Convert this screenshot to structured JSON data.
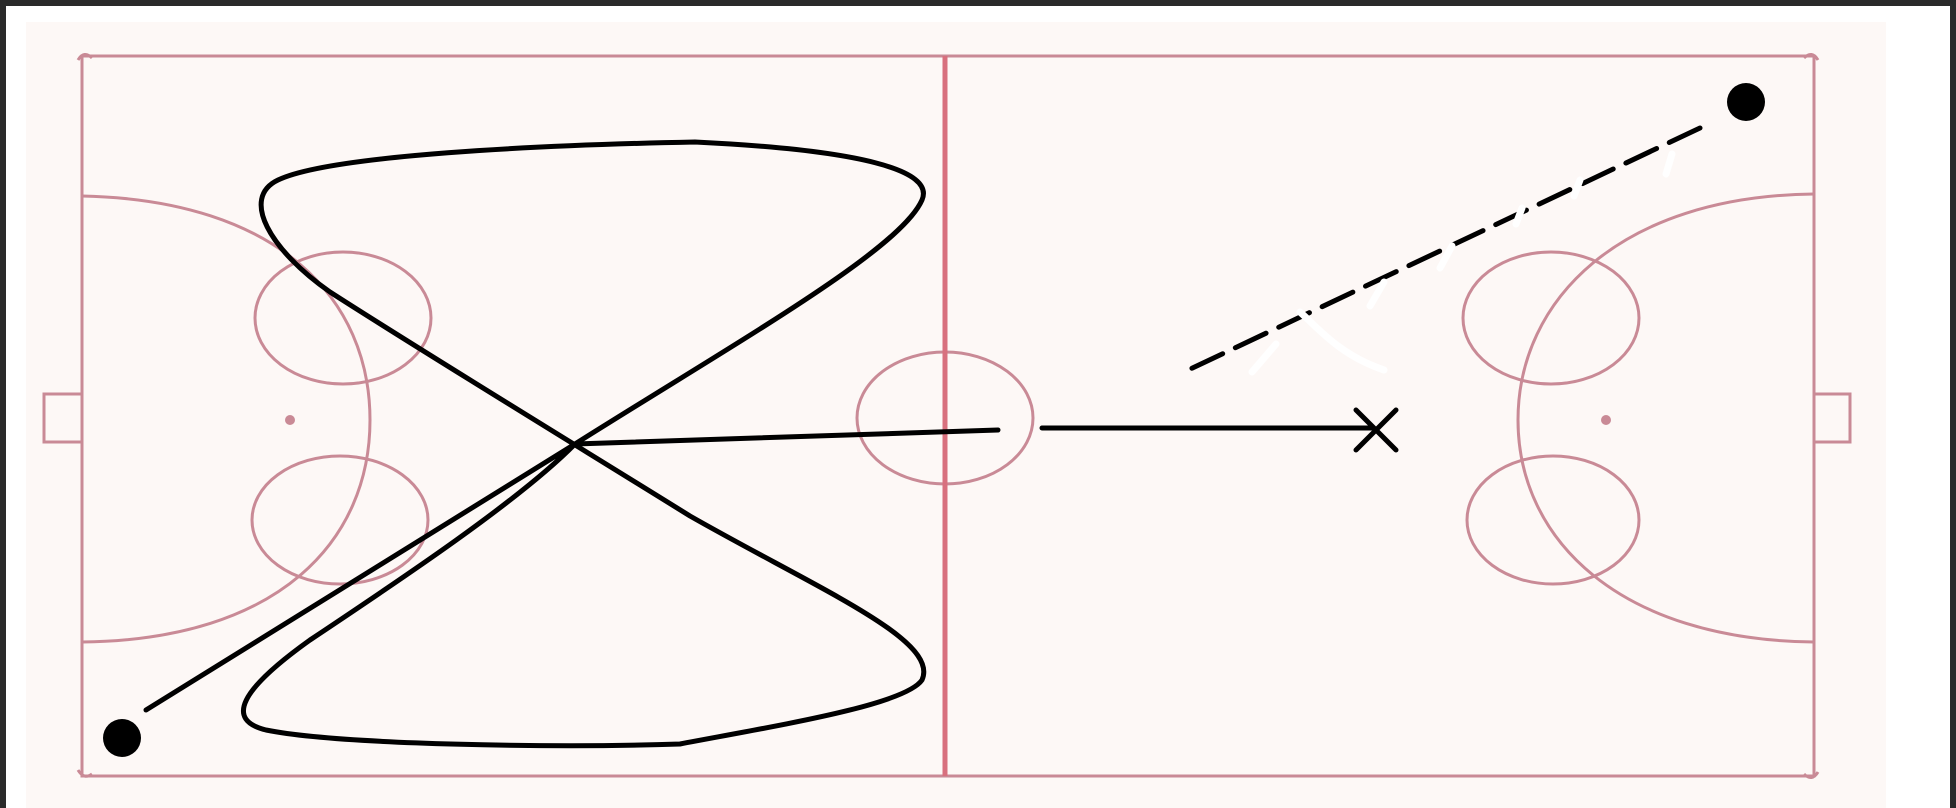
{
  "diagram": {
    "kind": "rink-drill",
    "colors": {
      "frame": "#2a2a2a",
      "background": "#ffffff",
      "rink_fill": "#fdf8f6",
      "rink_lines": "#c98a96",
      "center_line": "#d8707e",
      "drill_ink": "#000000",
      "erased_marks": "#ffffff"
    },
    "elements": {
      "start_player": "filled-dot",
      "end_player": "filled-dot",
      "skate_path": "solid-line-figure-eight",
      "pass_line": "dashed-line",
      "shot_target": "x-mark"
    }
  }
}
